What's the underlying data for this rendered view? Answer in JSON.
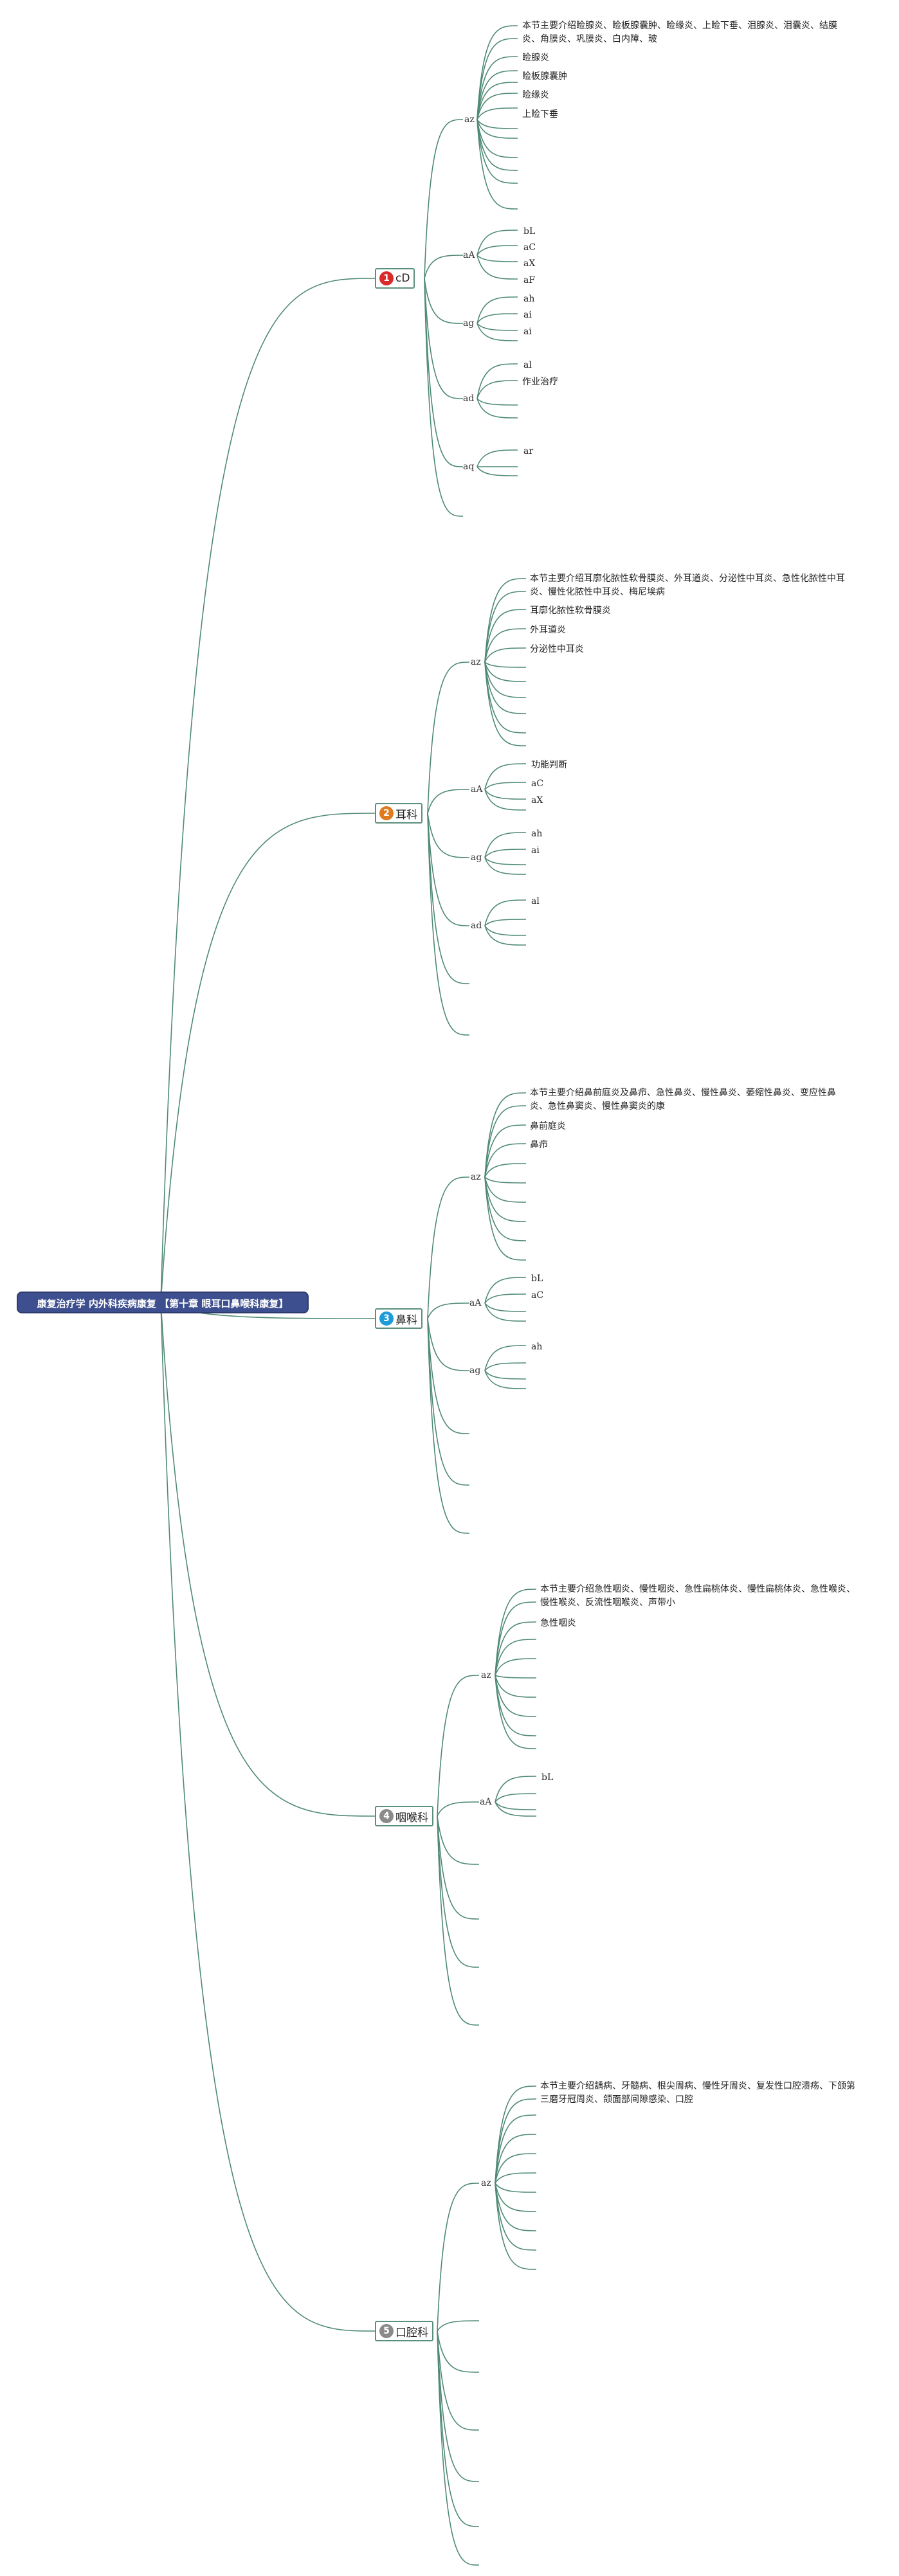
{
  "root": {
    "label": "康复治疗学 内外科疾病康复 【第十章 眼耳口鼻喉科康复】"
  },
  "branches": [
    {
      "badge": "1",
      "badge_color": "#d92b2b",
      "label": "cD",
      "sub": [
        "az",
        "aA",
        "ag",
        "ad",
        "aq"
      ],
      "leaves": {
        "p": "本节主要介绍睑腺炎、睑板腺囊肿、睑缘炎、上睑下垂、泪腺炎、泪囊炎、结膜炎、角膜炎、巩膜炎、白内障、玻",
        "a": "睑腺炎",
        "b": "睑板腺囊肿",
        "c": "睑缘炎",
        "d": "上睑下垂",
        "e": "bL",
        "f": "aC",
        "g": "aX",
        "h": "aF",
        "i": "ah",
        "j": "ai",
        "k": "ai",
        "l": "al",
        "m": "作业治疗",
        "n": "ar"
      }
    },
    {
      "badge": "2",
      "badge_color": "#e07a1e",
      "label": "耳科",
      "sub": [
        "az",
        "aA",
        "ag",
        "ad"
      ],
      "leaves": {
        "p": "本节主要介绍耳廓化脓性软骨膜炎、外耳道炎、分泌性中耳炎、急性化脓性中耳炎、慢性化脓性中耳炎、梅尼埃病",
        "a": "耳廓化脓性软骨膜炎",
        "b": "外耳道炎",
        "c": "分泌性中耳炎",
        "d": "功能判断",
        "e": "aC",
        "f": "aX",
        "g": "ah",
        "h": "ai",
        "i": "al"
      }
    },
    {
      "badge": "3",
      "badge_color": "#1c9cd8",
      "label": "鼻科",
      "sub": [
        "az",
        "aA",
        "ag"
      ],
      "leaves": {
        "p": "本节主要介绍鼻前庭炎及鼻疖、急性鼻炎、慢性鼻炎、萎缩性鼻炎、变应性鼻炎、急性鼻窦炎、慢性鼻窦炎的康",
        "a": "鼻前庭炎",
        "b": "鼻疖",
        "c": "bL",
        "d": "aC",
        "e": "ah"
      }
    },
    {
      "badge": "4",
      "badge_color": "#8a8a8a",
      "label": "咽喉科",
      "sub": [
        "az",
        "aA"
      ],
      "leaves": {
        "p": "本节主要介绍急性咽炎、慢性咽炎、急性扁桃体炎、慢性扁桃体炎、急性喉炎、慢性喉炎、反流性咽喉炎、声带小",
        "a": "急性咽炎",
        "b": "bL"
      }
    },
    {
      "badge": "5",
      "badge_color": "#8a8a8a",
      "label": "口腔科",
      "sub": [
        "az"
      ],
      "leaves": {
        "p": "本节主要介绍龋病、牙髓病、根尖周病、慢性牙周炎、复发性口腔溃疡、下颌第三磨牙冠周炎、颌面部间隙感染、口腔"
      }
    }
  ],
  "colors": {
    "line": "#4f8a73",
    "root_bg": "#3d4f8f"
  }
}
